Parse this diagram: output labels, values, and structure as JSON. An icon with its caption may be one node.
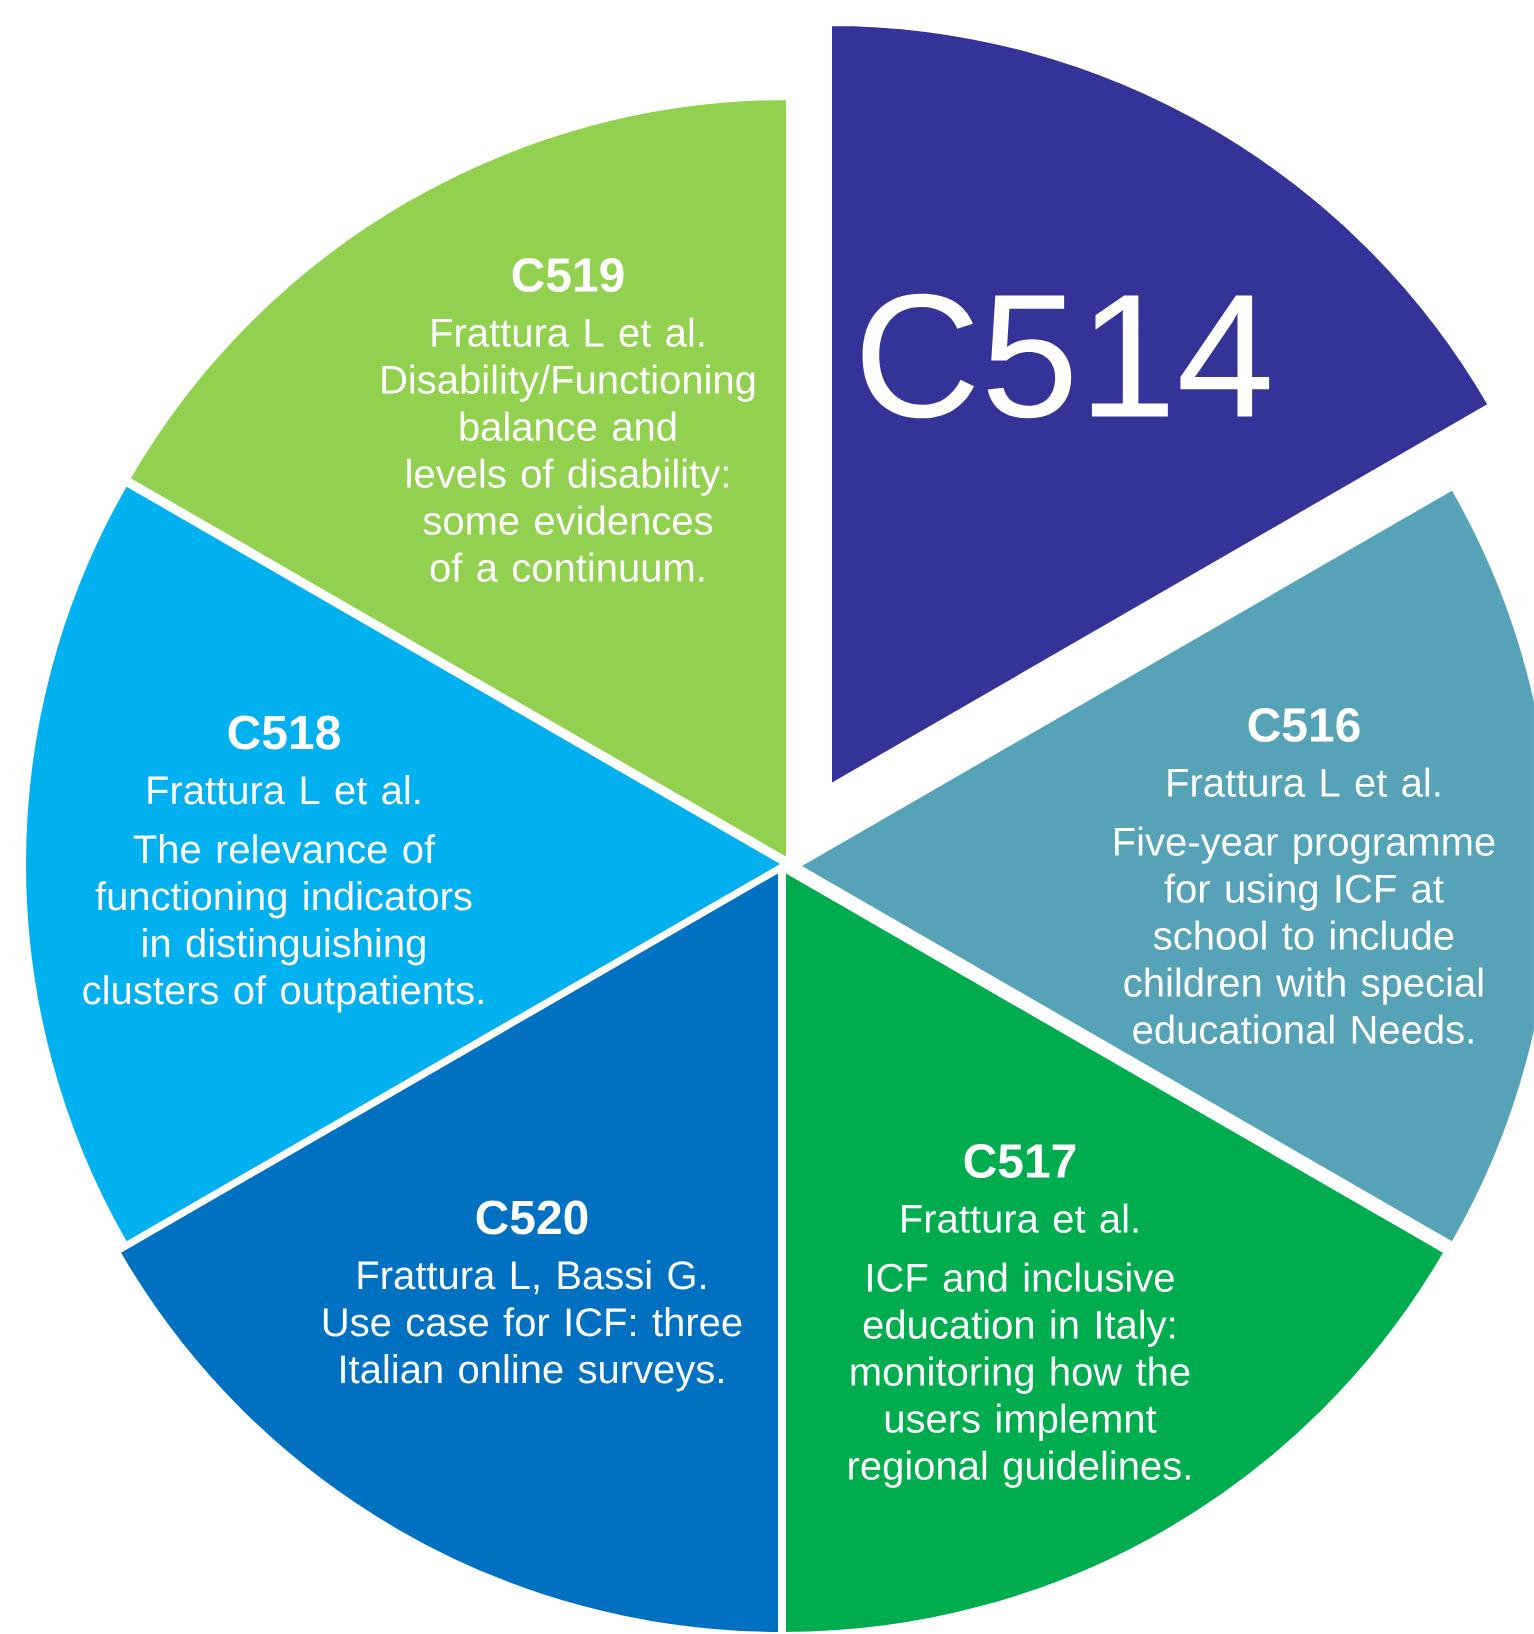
{
  "diagram": {
    "nodes": [
      {
        "text": [
          "C519",
          "Frattura L et al. Disability/Functioning balance and levels of disability: some evidences of a continuum."
        ]
      },
      {
        "text": [
          "C514"
        ]
      },
      {
        "text": [
          "C516",
          "Frattura L et al.",
          "Five-year programme for using ICF at school to include children with special educational Needs."
        ]
      },
      {
        "text": [
          "C518",
          "Frattura L et al.",
          "The relevance of functioning indicators in distinguishing clusters of outpatients."
        ]
      },
      {
        "text": [
          "C517",
          "Frattura et al.",
          "ICF and inclusive education in Italy: monitoring how the users implemnt regional guidelines."
        ]
      },
      {
        "text": [
          "C520",
          "Frattura L, Bassi G. Use case for ICF: three Italian online surveys."
        ]
      }
    ]
  }
}
